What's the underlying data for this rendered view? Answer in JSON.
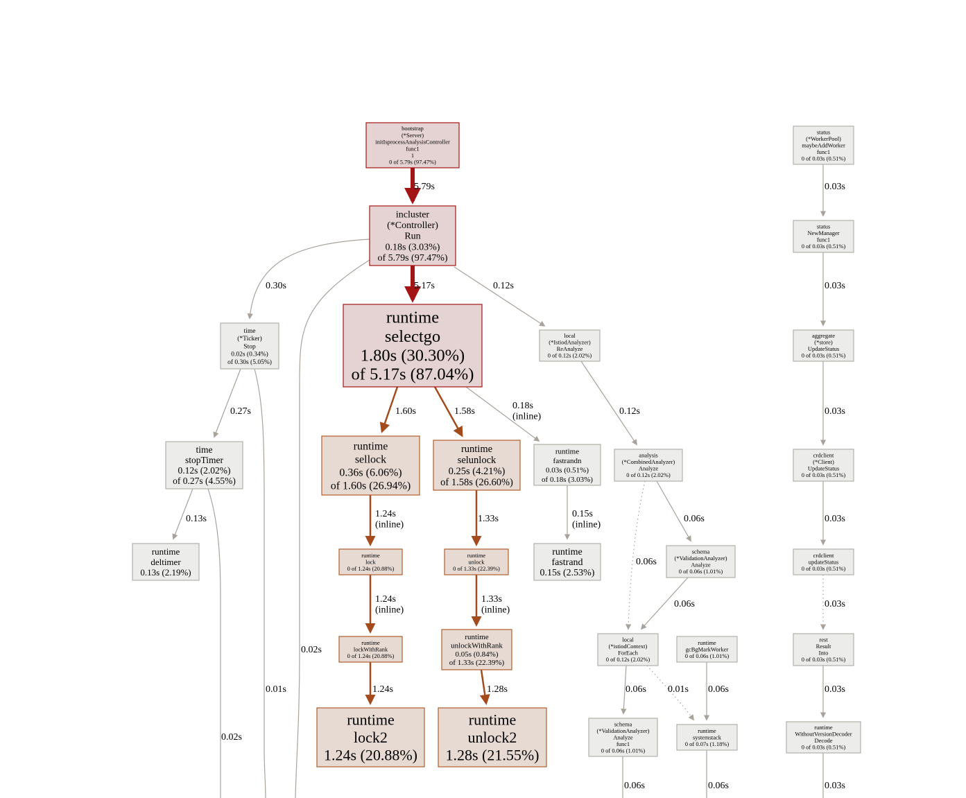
{
  "palette": {
    "hot_fill": "#e5d2d2",
    "hot_stroke": "#a31515",
    "warm_fill": "#e6dad3",
    "warm_stroke": "#b25d2a",
    "cool_fill": "#ececea",
    "cool_stroke": "#b2b2a9",
    "edge_hot": "#a31515",
    "edge_warm": "#a44b1d",
    "edge_cool": "#a8a29a"
  },
  "nodes": [
    {
      "id": "bootstrap",
      "tone": "hot",
      "lines": [
        "bootstrap",
        "(*Server)",
        "initIsprocessAnalysisController",
        "func1",
        "1",
        "0 of 5.79s (97.47%)"
      ]
    },
    {
      "id": "incluster",
      "tone": "hot",
      "lines": [
        "incluster",
        "(*Controller)",
        "Run",
        "0.18s (3.03%)",
        "of 5.79s (97.47%)"
      ]
    },
    {
      "id": "selectgo",
      "tone": "hot",
      "lines": [
        "runtime",
        "selectgo",
        "1.80s (30.30%)",
        "of 5.17s (87.04%)"
      ]
    },
    {
      "id": "tickerstop",
      "tone": "cool",
      "lines": [
        "time",
        "(*Ticker)",
        "Stop",
        "0.02s (0.34%)",
        "of 0.30s (5.05%)"
      ]
    },
    {
      "id": "stoptimer",
      "tone": "cool",
      "lines": [
        "time",
        "stopTimer",
        "0.12s (2.02%)",
        "of 0.27s (4.55%)"
      ]
    },
    {
      "id": "deltimer",
      "tone": "cool",
      "lines": [
        "runtime",
        "deltimer",
        "0.13s (2.19%)"
      ]
    },
    {
      "id": "sellock",
      "tone": "warm",
      "lines": [
        "runtime",
        "sellock",
        "0.36s (6.06%)",
        "of 1.60s (26.94%)"
      ]
    },
    {
      "id": "selunlock",
      "tone": "warm",
      "lines": [
        "runtime",
        "selunlock",
        "0.25s (4.21%)",
        "of 1.58s (26.60%)"
      ]
    },
    {
      "id": "lock",
      "tone": "warm",
      "lines": [
        "runtime",
        "lock",
        "0 of 1.24s (20.88%)"
      ]
    },
    {
      "id": "unlock",
      "tone": "warm",
      "lines": [
        "runtime",
        "unlock",
        "0 of 1.33s (22.39%)"
      ]
    },
    {
      "id": "lockwithrank",
      "tone": "warm",
      "lines": [
        "runtime",
        "lockWithRank",
        "0 of 1.24s (20.88%)"
      ]
    },
    {
      "id": "unlockwithrank",
      "tone": "warm",
      "lines": [
        "runtime",
        "unlockWithRank",
        "0.05s (0.84%)",
        "of 1.33s (22.39%)"
      ]
    },
    {
      "id": "lock2",
      "tone": "warm",
      "lines": [
        "runtime",
        "lock2",
        "1.24s (20.88%)"
      ]
    },
    {
      "id": "unlock2",
      "tone": "warm",
      "lines": [
        "runtime",
        "unlock2",
        "1.28s (21.55%)"
      ]
    },
    {
      "id": "fastrandn",
      "tone": "cool",
      "lines": [
        "runtime",
        "fastrandn",
        "0.03s (0.51%)",
        "of 0.18s (3.03%)"
      ]
    },
    {
      "id": "fastrand",
      "tone": "cool",
      "lines": [
        "runtime",
        "fastrand",
        "0.15s (2.53%)"
      ]
    },
    {
      "id": "reanalyze",
      "tone": "cool",
      "lines": [
        "local",
        "(*IstiodAnalyzer)",
        "ReAnalyze",
        "0 of 0.12s (2.02%)"
      ]
    },
    {
      "id": "combinedanalyze",
      "tone": "cool",
      "lines": [
        "analysis",
        "(*CombinedAnalyzer)",
        "Analyze",
        "0 of 0.12s (2.02%)"
      ]
    },
    {
      "id": "validationanalyze",
      "tone": "cool",
      "lines": [
        "schema",
        "(*ValidationAnalyzer)",
        "Analyze",
        "0 of 0.06s (1.01%)"
      ]
    },
    {
      "id": "foreach",
      "tone": "cool",
      "lines": [
        "local",
        "(*istiodContext)",
        "ForEach",
        "0 of 0.12s (2.02%)"
      ]
    },
    {
      "id": "gcbgmark",
      "tone": "cool",
      "lines": [
        "runtime",
        "gcBgMarkWorker",
        "0 of 0.06s (1.01%)"
      ]
    },
    {
      "id": "validationfunc1",
      "tone": "cool",
      "lines": [
        "schema",
        "(*ValidationAnalyzer)",
        "Analyze",
        "func1",
        "0 of 0.06s (1.01%)"
      ]
    },
    {
      "id": "systemstack",
      "tone": "cool",
      "lines": [
        "runtime",
        "systemstack",
        "0 of 0.07s (1.18%)"
      ]
    },
    {
      "id": "workerpool",
      "tone": "cool",
      "lines": [
        "status",
        "(*WorkerPool)",
        "maybeAddWorker",
        "func1",
        "0 of 0.03s (0.51%)"
      ]
    },
    {
      "id": "newmanager",
      "tone": "cool",
      "lines": [
        "status",
        "NewManager",
        "func1",
        "0 of 0.03s (0.51%)"
      ]
    },
    {
      "id": "aggregate",
      "tone": "cool",
      "lines": [
        "aggregate",
        "(*store)",
        "UpdateStatus",
        "0 of 0.03s (0.51%)"
      ]
    },
    {
      "id": "crdclientupdate",
      "tone": "cool",
      "lines": [
        "crdclient",
        "(*Client)",
        "UpdateStatus",
        "0 of 0.03s (0.51%)"
      ]
    },
    {
      "id": "crdclientstatus",
      "tone": "cool",
      "lines": [
        "crdclient",
        "updateStatus",
        "0 of 0.03s (0.51%)"
      ]
    },
    {
      "id": "restinto",
      "tone": "cool",
      "lines": [
        "rest",
        "Result",
        "Into",
        "0 of 0.03s (0.51%)"
      ]
    },
    {
      "id": "withoutversion",
      "tone": "cool",
      "lines": [
        "runtime",
        "WithoutVersionDecoder",
        "Decode",
        "0 of 0.03s (0.51%)"
      ]
    }
  ],
  "edges": [
    {
      "id": "e-bootstrap-incluster",
      "label": [
        "5.79s"
      ],
      "tone": "hot"
    },
    {
      "id": "e-incluster-selectgo",
      "label": [
        "5.17s"
      ],
      "tone": "hot"
    },
    {
      "id": "e-incluster-tickerstop",
      "label": [
        "0.30s"
      ],
      "tone": "cool"
    },
    {
      "id": "e-incluster-reanalyze",
      "label": [
        "0.12s"
      ],
      "tone": "cool"
    },
    {
      "id": "e-incluster-down",
      "label": [
        "0.02s"
      ],
      "tone": "cool"
    },
    {
      "id": "e-selectgo-sellock",
      "label": [
        "1.60s"
      ],
      "tone": "warm"
    },
    {
      "id": "e-selectgo-selunlock",
      "label": [
        "1.58s"
      ],
      "tone": "warm"
    },
    {
      "id": "e-selectgo-fastrandn",
      "label": [
        "0.18s",
        "(inline)"
      ],
      "tone": "cool"
    },
    {
      "id": "e-tickerstop-stoptimer",
      "label": [
        "0.27s"
      ],
      "tone": "cool"
    },
    {
      "id": "e-tickerstop-down",
      "label": [
        "0.01s"
      ],
      "tone": "cool"
    },
    {
      "id": "e-stoptimer-deltimer",
      "label": [
        "0.13s"
      ],
      "tone": "cool"
    },
    {
      "id": "e-stoptimer-down",
      "label": [
        "0.02s"
      ],
      "tone": "cool"
    },
    {
      "id": "e-sellock-lock",
      "label": [
        "1.24s",
        "(inline)"
      ],
      "tone": "warm"
    },
    {
      "id": "e-selunlock-unlock",
      "label": [
        "1.33s"
      ],
      "tone": "warm"
    },
    {
      "id": "e-lock-lockwithrank",
      "label": [
        "1.24s",
        "(inline)"
      ],
      "tone": "warm"
    },
    {
      "id": "e-unlock-unlockwithrank",
      "label": [
        "1.33s",
        "(inline)"
      ],
      "tone": "warm"
    },
    {
      "id": "e-lockwithrank-lock2",
      "label": [
        "1.24s"
      ],
      "tone": "warm"
    },
    {
      "id": "e-unlockwithrank-unlock2",
      "label": [
        "1.28s"
      ],
      "tone": "warm"
    },
    {
      "id": "e-fastrandn-fastrand",
      "label": [
        "0.15s",
        "(inline)"
      ],
      "tone": "cool"
    },
    {
      "id": "e-reanalyze-combined",
      "label": [
        "0.12s"
      ],
      "tone": "cool"
    },
    {
      "id": "e-combined-validation",
      "label": [
        "0.06s"
      ],
      "tone": "cool"
    },
    {
      "id": "e-combined-foreach",
      "label": [
        "0.06s"
      ],
      "tone": "cool",
      "dotted": true
    },
    {
      "id": "e-validation-foreach",
      "label": [
        "0.06s"
      ],
      "tone": "cool"
    },
    {
      "id": "e-foreach-func1",
      "label": [
        "0.06s"
      ],
      "tone": "cool"
    },
    {
      "id": "e-foreach-systemstack",
      "label": [
        "0.01s"
      ],
      "tone": "cool",
      "dotted": true
    },
    {
      "id": "e-gcbgmark-systemstack",
      "label": [
        "0.06s"
      ],
      "tone": "cool"
    },
    {
      "id": "e-func1-down",
      "label": [
        "0.06s"
      ],
      "tone": "cool"
    },
    {
      "id": "e-systemstack-down",
      "label": [
        "0.06s"
      ],
      "tone": "cool"
    },
    {
      "id": "e-workerpool-newmanager",
      "label": [
        "0.03s"
      ],
      "tone": "cool"
    },
    {
      "id": "e-newmanager-aggregate",
      "label": [
        "0.03s"
      ],
      "tone": "cool"
    },
    {
      "id": "e-aggregate-crdupdate",
      "label": [
        "0.03s"
      ],
      "tone": "cool"
    },
    {
      "id": "e-crdupdate-crdstatus",
      "label": [
        "0.03s"
      ],
      "tone": "cool"
    },
    {
      "id": "e-crdstatus-restinto",
      "label": [
        "0.03s"
      ],
      "tone": "cool",
      "dotted": true
    },
    {
      "id": "e-restinto-withoutversion",
      "label": [
        "0.03s"
      ],
      "tone": "cool"
    },
    {
      "id": "e-withoutversion-down",
      "label": [
        "0.03s"
      ],
      "tone": "cool"
    }
  ]
}
